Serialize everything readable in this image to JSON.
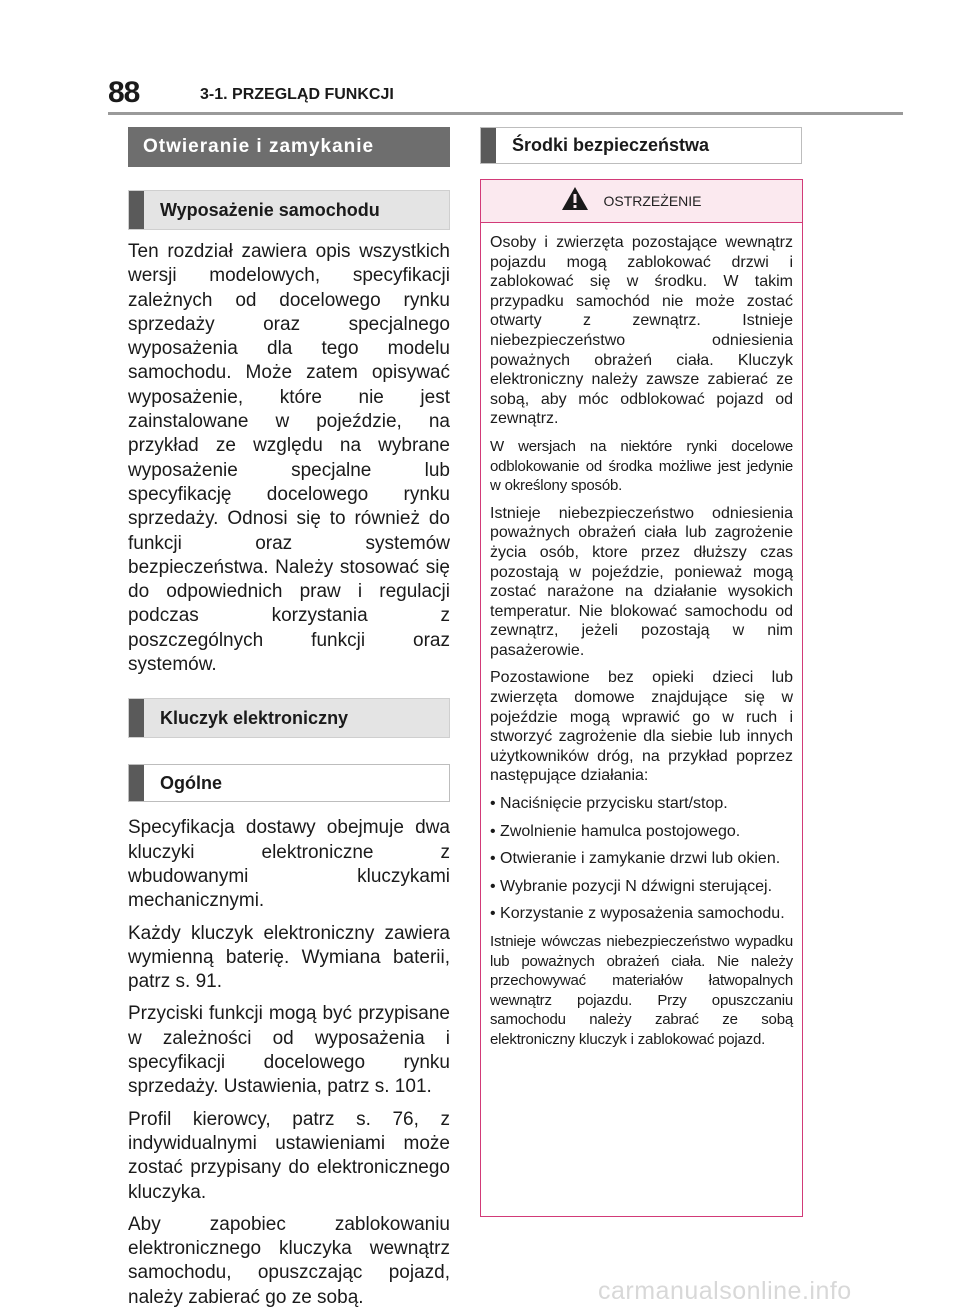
{
  "header": {
    "page_number": "88",
    "section": "3-1. PRZEGLĄD FUNKCJI"
  },
  "left": {
    "main_heading": "Otwieranie i zamykanie",
    "sub1": "Wyposażenie samochodu",
    "sub1_text": "Ten rozdział zawiera opis wszystkich wersji modelowych, specyfikacji zależnych od docelowego rynku sprzedaży oraz specjalnego wyposażenia dla tego modelu samochodu. Może zatem opisywać wyposażenie, które nie jest zainstalowane w pojeździe, na przykład ze względu na wybrane wyposażenie specjalne lub specyfikację docelowego rynku sprzedaży. Odnosi się to również do funkcji oraz systemów bezpieczeństwa. Należy stosować się do odpowiednich praw i regulacji podczas korzystania z poszczególnych funkcji oraz systemów.",
    "sub2": "Kluczyk elektroniczny",
    "sub3": "Ogólne",
    "paragraphs": [
      "Specyfikacja dostawy obejmuje dwa kluczyki elektroniczne z wbudowanymi kluczykami mechanicznymi.",
      "Każdy kluczyk elektroniczny zawiera wymienną baterię. Wymiana baterii, patrz s. 91.",
      "Przyciski funkcji mogą być przypisane w zależności od wyposażenia i specyfikacji docelowego rynku sprzedaży. Ustawienia, patrz s. 101.",
      "Profil kierowcy, patrz s. 76, z indywidualnymi ustawieniami może zostać przypisany do elektronicznego kluczyka.",
      "Aby zapobiec zablokowaniu elektronicznego kluczyka wewnątrz samochodu, opuszczając pojazd, należy zabierać go ze sobą."
    ]
  },
  "right": {
    "heading": "Środki bezpieczeństwa",
    "warning_title": "OSTRZEŻENIE",
    "p1": "Osoby i zwierzęta pozostające wewnątrz pojazdu mogą zablokować drzwi i zablokować się w środku. W takim przypadku samochód nie może zostać otwarty z zewnątrz. Istnieje niebezpieczeństwo odniesienia poważnych obrażeń ciała. Kluczyk elektroniczny należy zawsze zabierać ze sobą, aby móc odblokować pojazd od zewnątrz.",
    "p2": "W wersjach na niektóre rynki doce­lowe odblokowanie od środka możli­we jest jedynie w określony sposób.",
    "p3": "Istnieje niebezpieczeństwo odniesienia poważnych obrażeń ciała lub zagrożenie życia osób, ktore przez dłuższy czas pozostają w pojeździe, ponieważ mogą zostać narażone na działanie wysokich temperatur. Nie blokować samochodu od zewnątrz, jeżeli pozostają w nim pasażerowie.",
    "p4": "Pozostawione bez opieki dzieci lub zwierzęta domowe znajdujące się w pojeździe mogą wprawić go w ruch i stworzyć zagrożenie dla siebie lub innych użytkowników dróg, na przykład poprzez następujące działania:",
    "bullets": [
      "• Naciśnięcie przycisku start/stop.",
      "• Zwolnienie hamulca postojowego.",
      "• Otwieranie i zamykanie drzwi lub okien.",
      "• Wybranie pozycji N dźwigni sterującej.",
      "• Korzystanie z wyposażenia samochodu."
    ],
    "p5": "Istnieje wówczas niebezpieczeństwo wypadku lub poważnych obrażeń ciała. Nie należy przechowywać materiałów łatwopalnych wewnątrz pojazdu. Przy opuszczaniu samochodu należy zabrać ze sobą elektroniczny kluczyk i zablokować pojazd."
  },
  "watermark": "carmanualsonline.info"
}
